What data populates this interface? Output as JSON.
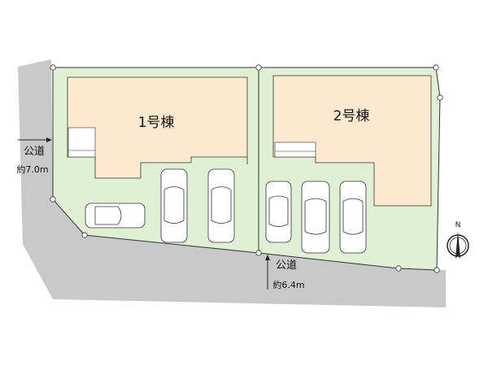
{
  "buildings": [
    {
      "label": "1号棟"
    },
    {
      "label": "2号棟"
    }
  ],
  "roads": [
    {
      "label": "公道",
      "width": "約7.0m"
    },
    {
      "label": "公道",
      "width": "約6.4m"
    }
  ],
  "compass": {
    "label": "N"
  },
  "colors": {
    "lot": "#dff0d4",
    "building": "#fde8d0",
    "road": "#c8c8c8",
    "line": "#333333"
  }
}
